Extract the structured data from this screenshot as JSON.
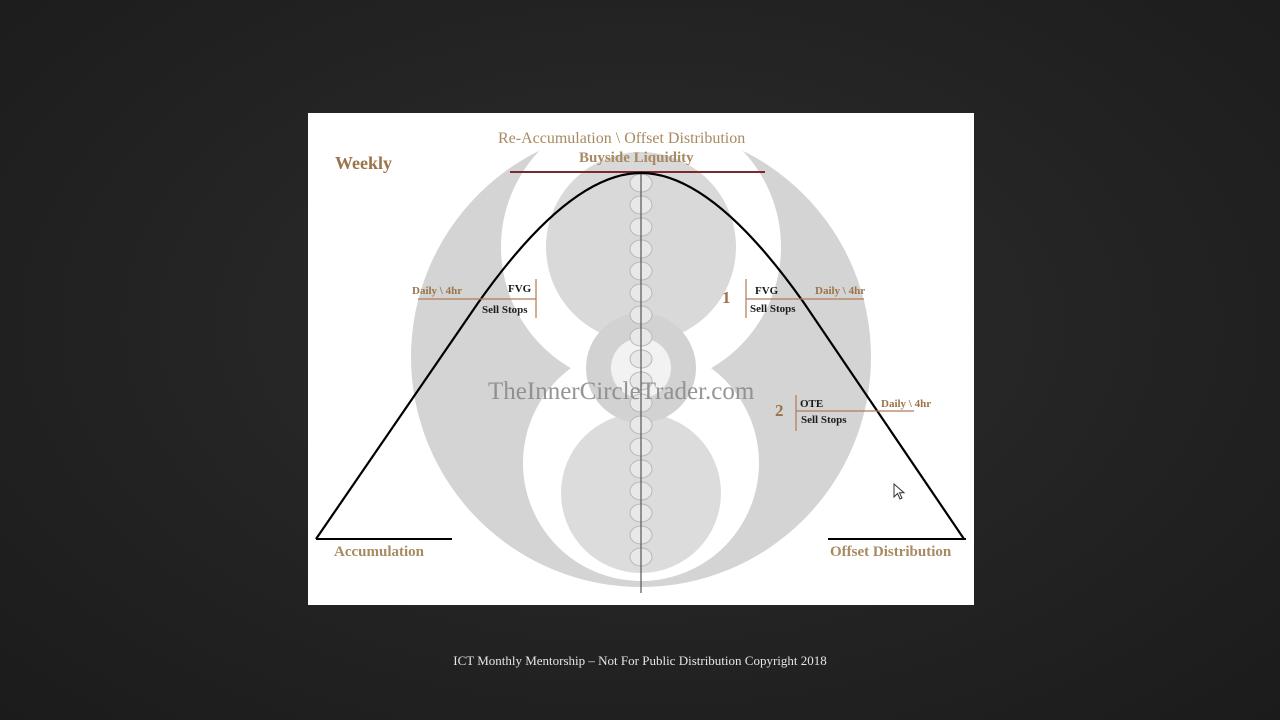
{
  "slide": {
    "title_top": "Re-Accumulation \\ Offset Distribution",
    "title_sub": "Buyside Liquidity",
    "timeframe": "Weekly",
    "watermark": "TheInnerCircleTrader.com",
    "left_base": "Accumulation",
    "right_base": "Offset Distribution",
    "left_level": {
      "timeframe": "Daily \\ 4hr",
      "gap": "FVG",
      "stops": "Sell Stops"
    },
    "right_level_1": {
      "number": "1",
      "gap": "FVG",
      "timeframe": "Daily \\ 4hr",
      "stops": "Sell Stops"
    },
    "right_level_2": {
      "number": "2",
      "gap": "OTE",
      "timeframe": "Daily \\ 4hr",
      "stops": "Sell Stops"
    }
  },
  "footer": "ICT Monthly Mentorship – Not For Public Distribution Copyright 2018",
  "colors": {
    "gold": "#9a7448",
    "maroon": "#7a2a2a",
    "watermark_gray": "#cfcfcf",
    "curve": "#000000"
  },
  "icons": [
    "ict-logo-watermark",
    "mouse-cursor-icon"
  ]
}
